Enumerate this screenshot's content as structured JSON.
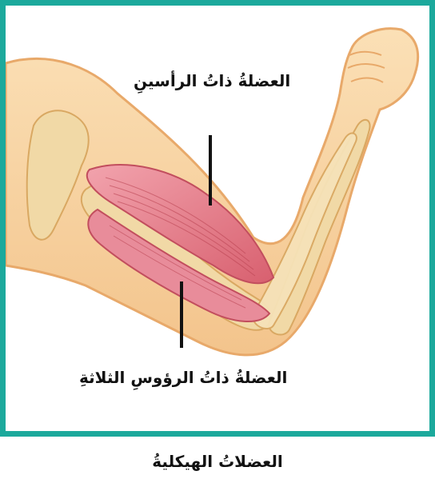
{
  "labels": {
    "biceps": "العضلةُ ذاتُ الرأسينِ",
    "triceps": "العضلةُ ذاتُ الرؤوسِ الثلاثةِ"
  },
  "caption": "العضلاتُ الهيكليةُ",
  "colors": {
    "frame": "#1ca99c",
    "skin": "#f7d3a0",
    "skin_outline": "#e8a96a",
    "bone": "#f1d9a6",
    "muscle": "#e07a8a"
  }
}
